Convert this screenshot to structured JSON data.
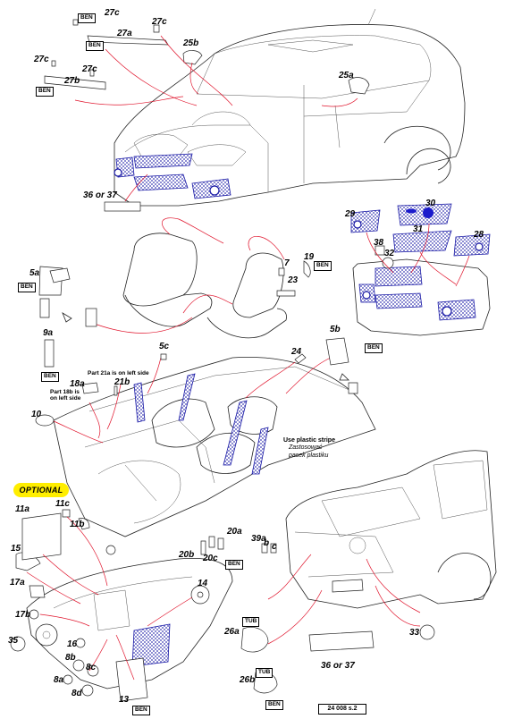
{
  "optional_badge": "OPTIONAL",
  "page_code": "24 008 s.2",
  "plastic_stripe_note": {
    "line1": "Use plastic stripe",
    "line2": "Zastosować",
    "line3": "pasek plastiku"
  },
  "notes": {
    "part18b": "Part 18b is on left side",
    "part21a": "Part 21a is on left side"
  },
  "tags": {
    "ben": "BEN",
    "tub": "TUB"
  },
  "labels": {
    "p27c_a": "27c",
    "p27c_b": "27c",
    "p27a": "27a",
    "p27c_c": "27c",
    "p27c_d": "27c",
    "p27b": "27b",
    "p25b": "25b",
    "p25a": "25a",
    "p36_37_a": "36 or 37",
    "p29": "29",
    "p30": "30",
    "p31": "31",
    "p28": "28",
    "p38": "38",
    "p32": "32",
    "p5a": "5a",
    "p7": "7",
    "p19": "19",
    "p23": "23",
    "p9a": "9a",
    "p5c": "5c",
    "p5b": "5b",
    "p24": "24",
    "p18a": "18a",
    "p21b": "21b",
    "p10": "10",
    "p11a": "11a",
    "p11c": "11c",
    "p11b": "11b",
    "p15": "15",
    "p20a": "20a",
    "p20b": "20b",
    "p20c": "20c",
    "p39a": "39a",
    "p39b": "b",
    "p39c": "c",
    "p17a": "17a",
    "p17b": "17b",
    "p14": "14",
    "p35": "35",
    "p16": "16",
    "p8b": "8b",
    "p8a": "8a",
    "p8c": "8c",
    "p8d": "8d",
    "p13": "13",
    "p26a": "26a",
    "p26b": "26b",
    "p33": "33",
    "p36_37_b": "36 or 37"
  },
  "colors": {
    "callout_lines": "#e0142c",
    "mesh": "#1a1aa6",
    "optional_bg": "#ffee00",
    "part_30_fill": "#1a1acc"
  }
}
